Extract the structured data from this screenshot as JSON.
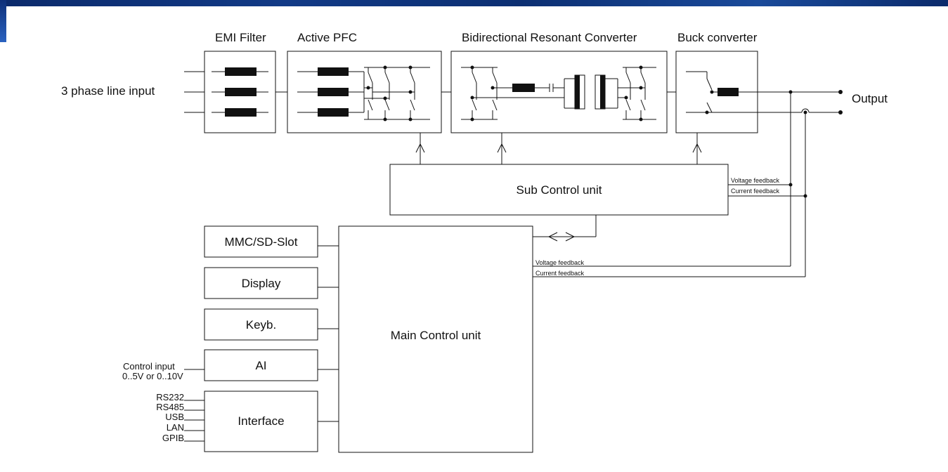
{
  "titles": {
    "emi_filter": "EMI Filter",
    "active_pfc": "Active PFC",
    "resonant": "Bidirectional Resonant Converter",
    "buck": "Buck converter"
  },
  "labels": {
    "line_input": "3 phase line input",
    "output": "Output",
    "sub_control": "Sub Control unit",
    "main_control": "Main Control unit",
    "voltage_feedback": "Voltage feedback",
    "current_feedback": "Current feedback",
    "control_input_1": "Control input",
    "control_input_2": "0..5V or 0..10V"
  },
  "side_boxes": [
    {
      "label": "MMC/SD-Slot"
    },
    {
      "label": "Display"
    },
    {
      "label": "Keyb."
    },
    {
      "label": "AI"
    },
    {
      "label": "Interface"
    }
  ],
  "interfaces": [
    "RS232",
    "RS485",
    "USB",
    "LAN",
    "GPIB"
  ]
}
